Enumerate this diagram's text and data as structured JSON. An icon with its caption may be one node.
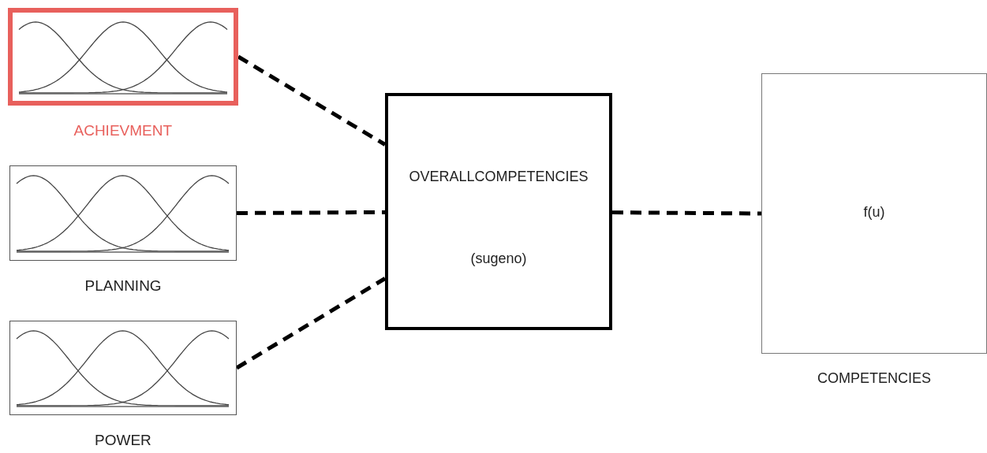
{
  "diagram": {
    "nodes": [
      {
        "text": [
          "ACHIEVMENT"
        ]
      },
      {
        "text": [
          "PLANNING"
        ]
      },
      {
        "text": [
          "POWER"
        ]
      },
      {
        "text": [
          "OVERALLCOMPETENCIES",
          "(sugeno)"
        ]
      },
      {
        "text": [
          "f(u)",
          "COMPETENCIES"
        ]
      }
    ],
    "edges": [
      {
        "from": 0,
        "to": 3,
        "arrow": "none",
        "style": "dashed"
      },
      {
        "from": 1,
        "to": 3,
        "arrow": "none",
        "style": "dashed"
      },
      {
        "from": 2,
        "to": 3,
        "arrow": "none",
        "style": "dashed"
      },
      {
        "from": 3,
        "to": 4,
        "arrow": "none",
        "style": "dashed"
      }
    ]
  }
}
